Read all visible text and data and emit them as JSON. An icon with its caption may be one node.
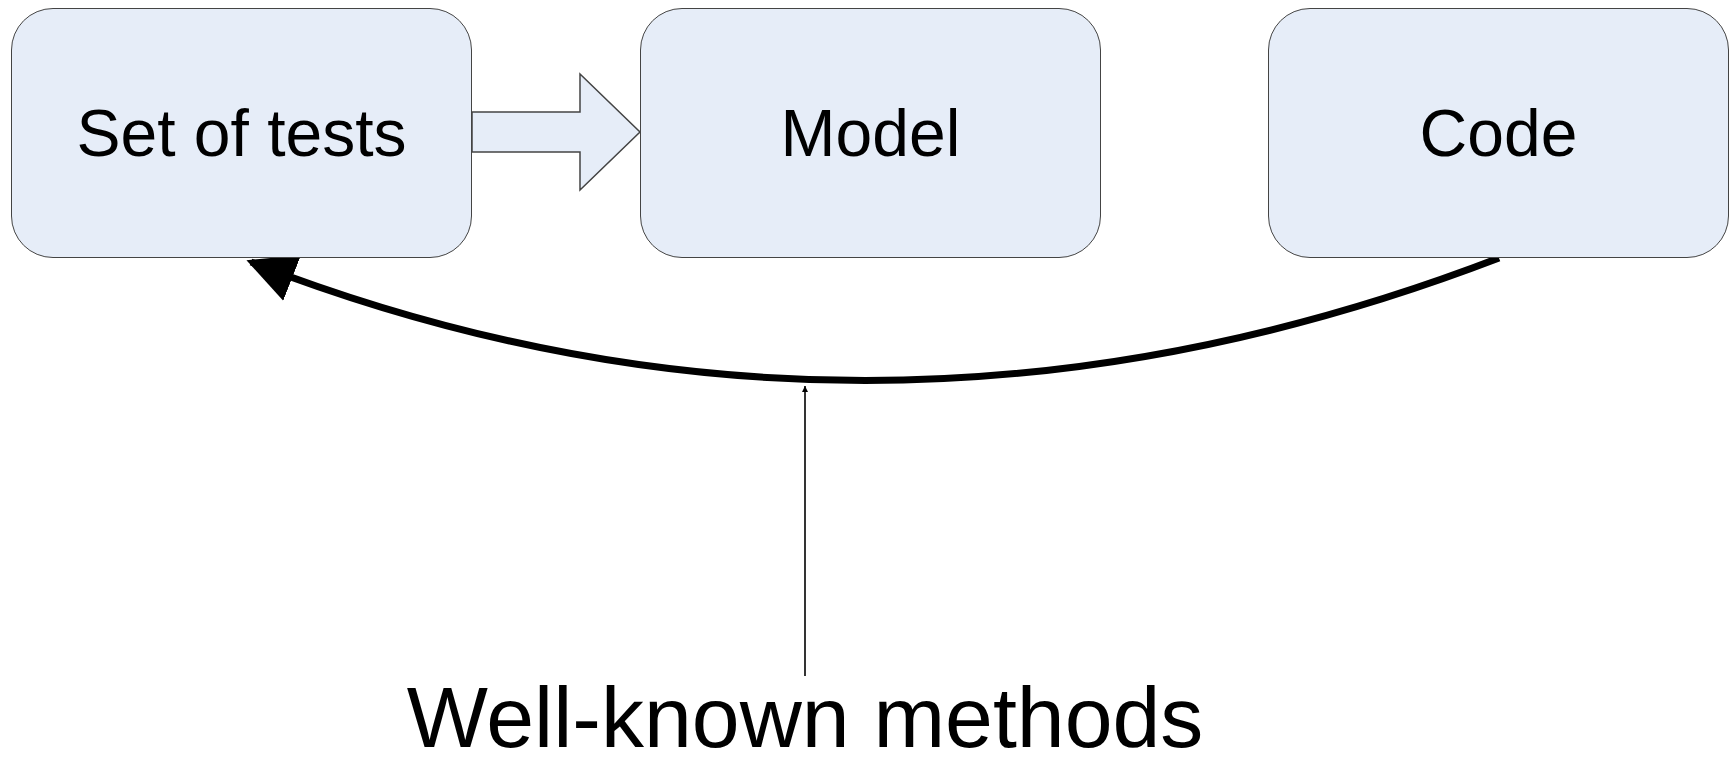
{
  "diagram": {
    "nodes": [
      {
        "text": [
          "Set of tests"
        ]
      },
      {
        "text": [
          "Model"
        ]
      },
      {
        "text": [
          "Code"
        ]
      },
      {
        "text": [
          "Well-known methods"
        ]
      }
    ],
    "edges": [
      {
        "from": 0,
        "to": 1,
        "arrow": "to"
      },
      {
        "from": 2,
        "to": 0,
        "arrow": "to",
        "style": "thick"
      },
      {
        "from": 3,
        "to": null,
        "arrow": "to"
      }
    ]
  }
}
